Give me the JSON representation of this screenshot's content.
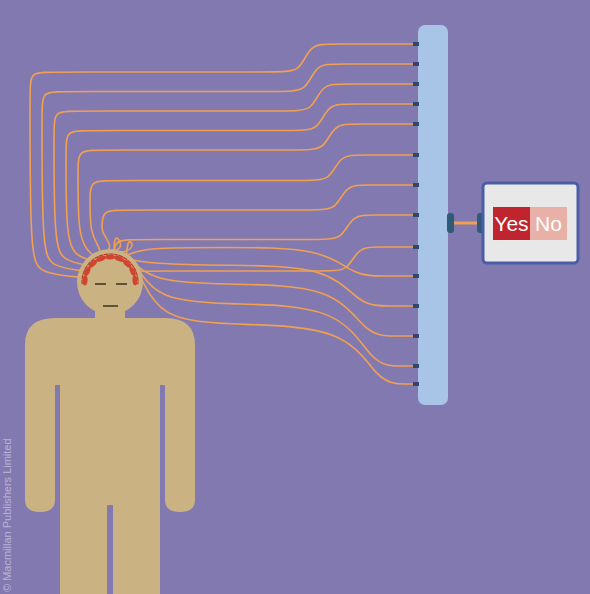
{
  "diagram": {
    "nodes": [
      {
        "text": [
          "Yes"
        ]
      },
      {
        "text": [
          "No"
        ]
      }
    ],
    "labels": [
      "© Macmillan Publishers Limited"
    ]
  }
}
